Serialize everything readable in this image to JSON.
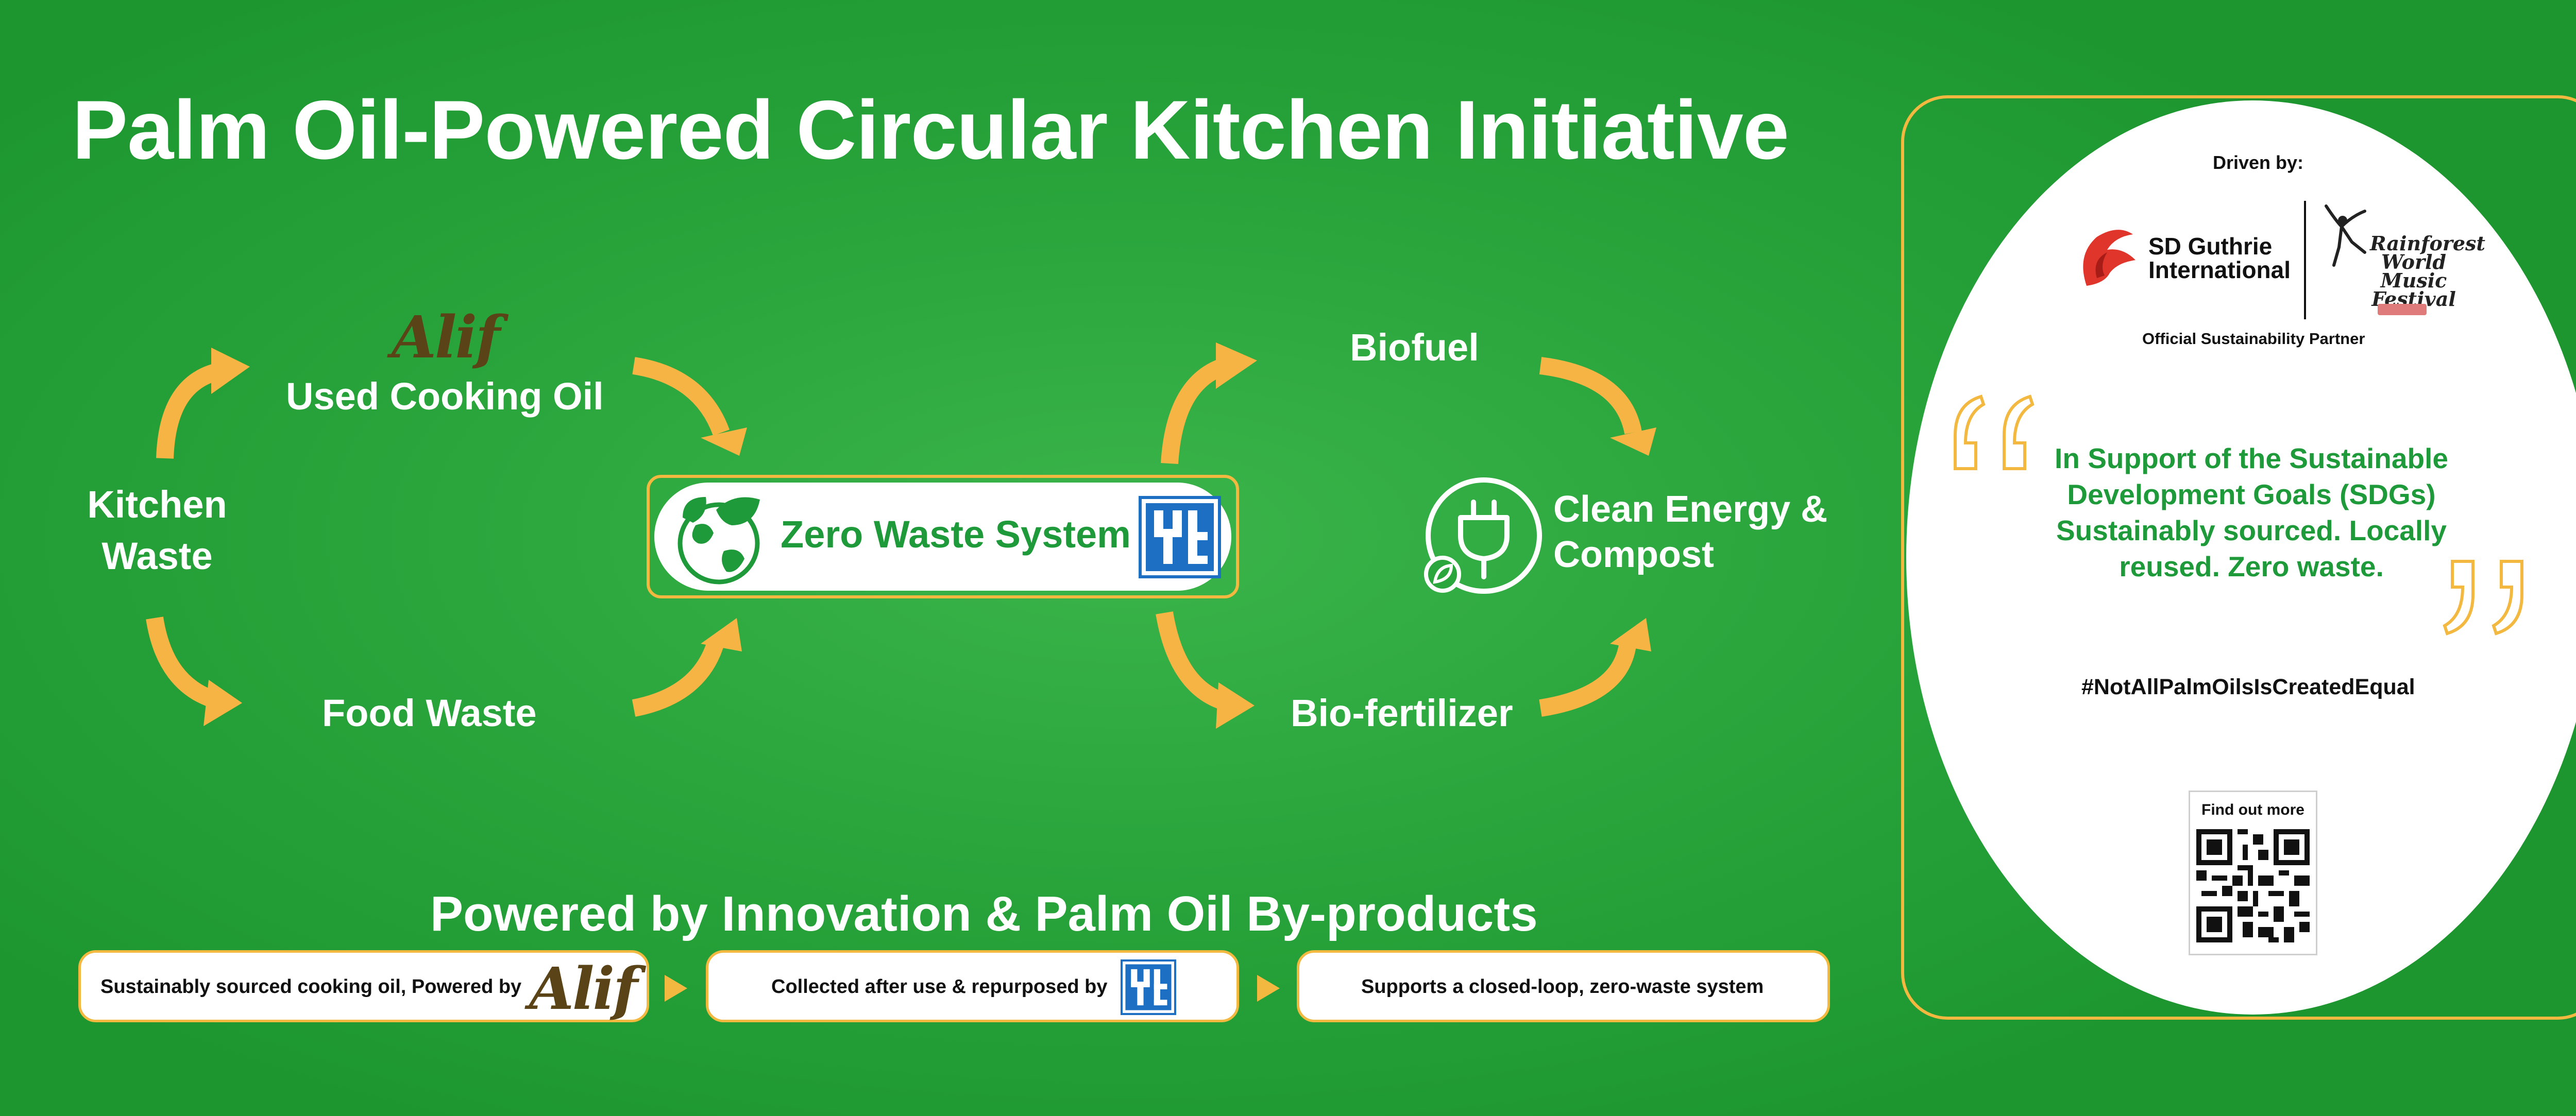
{
  "title": "Palm Oil-Powered Circular Kitchen Initiative",
  "flow": {
    "kitchen_waste": "Kitchen Waste",
    "alif_logo": "Alif",
    "used_cooking_oil": "Used Cooking Oil",
    "food_waste": "Food Waste",
    "zero_waste_system": "Zero Waste System",
    "biofuel": "Biofuel",
    "bio_fertilizer": "Bio-fertilizer",
    "clean_energy": "Clean Energy & Compost"
  },
  "powered": {
    "heading": "Powered by Innovation & Palm Oil By-products",
    "step1": "Sustainably sourced cooking oil, Powered by",
    "step1_logo": "Alif",
    "step2": "Collected after use & repurposed by",
    "step3": "Supports a closed-loop, zero-waste system"
  },
  "side": {
    "driven_by": "Driven by:",
    "sd_guthrie": "SD Guthrie International",
    "rwmf": "Rainforest World Music Festival",
    "official_partner": "Official Sustainability Partner",
    "quote": "In Support of the Sustainable Development Goals (SDGs) Sustainably sourced. Locally reused. Zero waste.",
    "hashtag": "#NotAllPalmOilsIsCreatedEqual",
    "find_out_more": "Find out more"
  },
  "colors": {
    "background_green": "#2aa63d",
    "arrow_orange": "#f5b443",
    "accent_green": "#1f9a3a",
    "border_gold": "#f3b840",
    "sd_guthrie_red": "#e0352b",
    "ytl_blue": "#1c6fc2"
  }
}
